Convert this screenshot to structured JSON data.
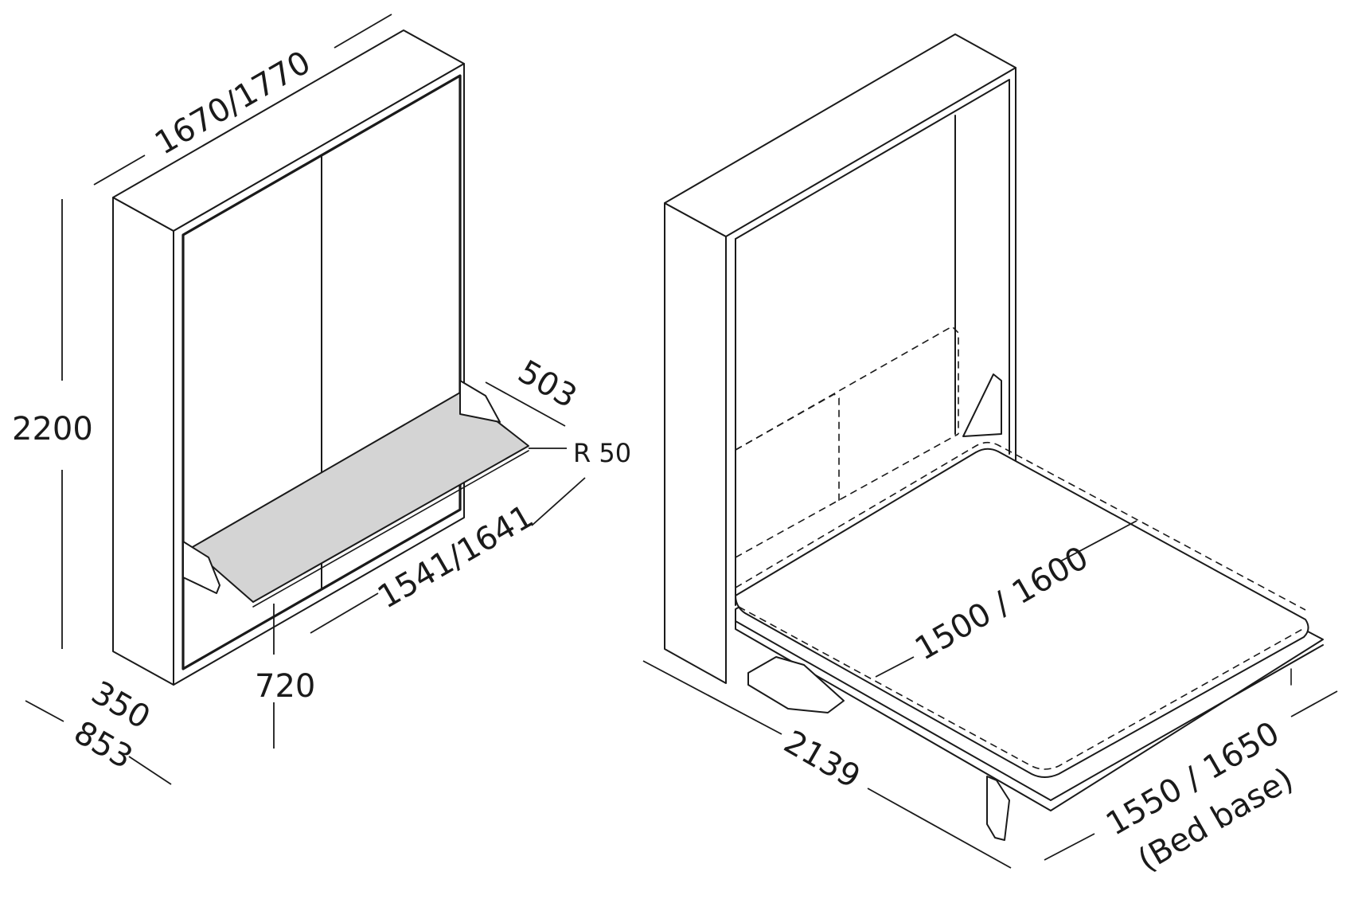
{
  "dimensions": {
    "height": "2200",
    "top_width": "1670/1770",
    "shallow_depth": "350",
    "open_depth_desk": "853",
    "desk_depth": "503",
    "desk_radius": "R 50",
    "desk_width": "1541/1641",
    "desk_height": "720",
    "mattress_width": "1500 / 1600",
    "open_length_bed": "2139",
    "bed_base_width": "1550 / 1650",
    "bed_base_note": "(Bed base)"
  },
  "colors": {
    "line": "#1a1a1a",
    "desk_top": "#d4d4d4",
    "background": "#ffffff"
  }
}
